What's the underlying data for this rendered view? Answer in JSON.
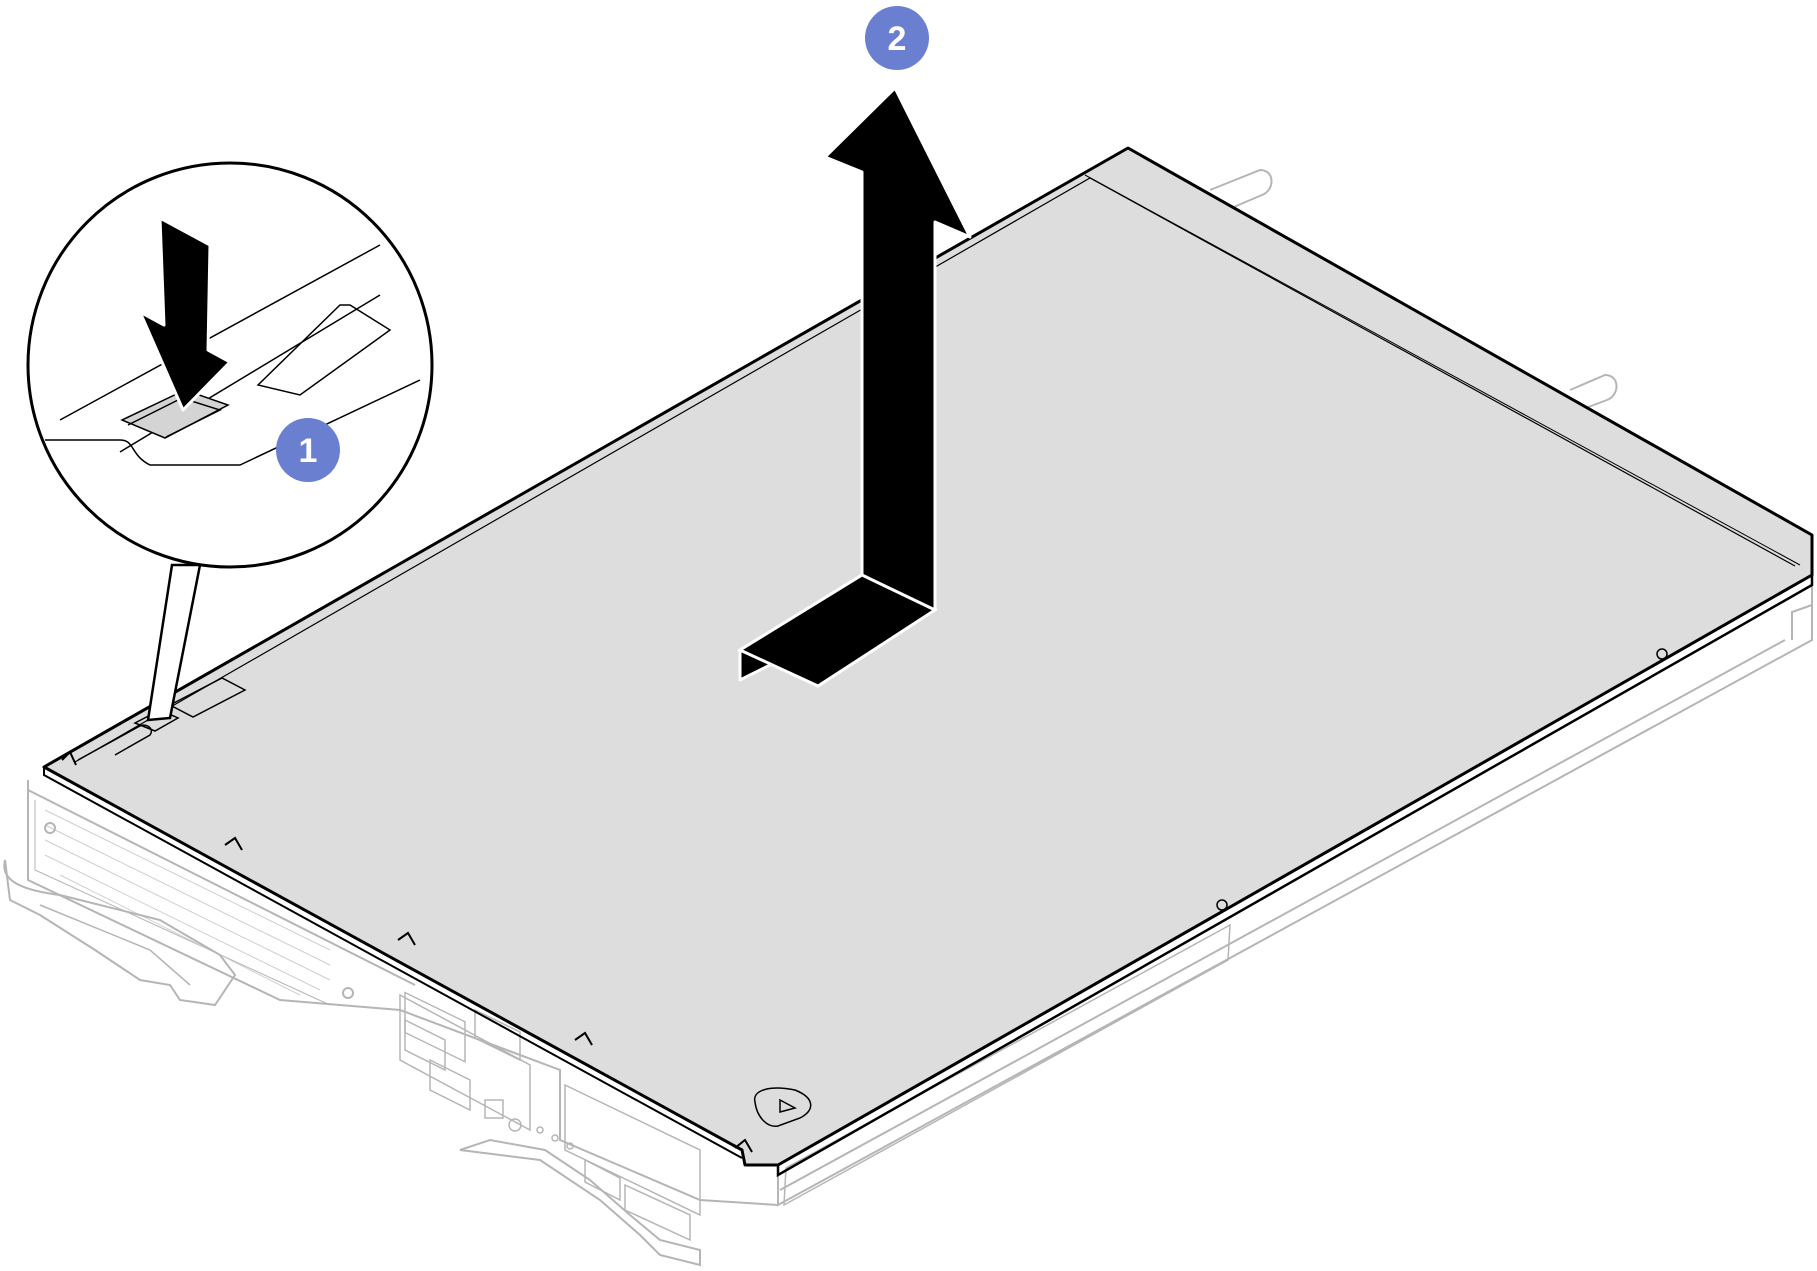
{
  "figure": {
    "steps": [
      {
        "number": "1",
        "action": "press-release-button",
        "badge_color": "#6b7fd0"
      },
      {
        "number": "2",
        "action": "lift-cover",
        "badge_color": "#6b7fd0"
      }
    ],
    "colors": {
      "cover_fill": "#dcdddc",
      "outline": "#000000",
      "tray_line": "#b5b5b5",
      "arrow": "#000000",
      "badge": "#6b7fd0"
    }
  }
}
